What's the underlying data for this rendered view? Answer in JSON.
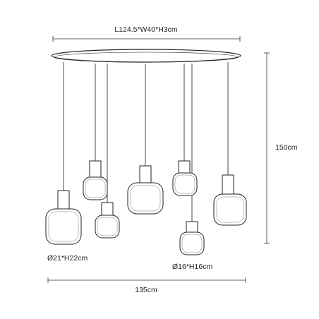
{
  "dimensions": {
    "canopy": "L124.5*W40*H3cm",
    "height": "150cm",
    "width": "135cm",
    "large_shade": "Ø21*H22cm",
    "small_shade": "Ø16*H16cm"
  }
}
